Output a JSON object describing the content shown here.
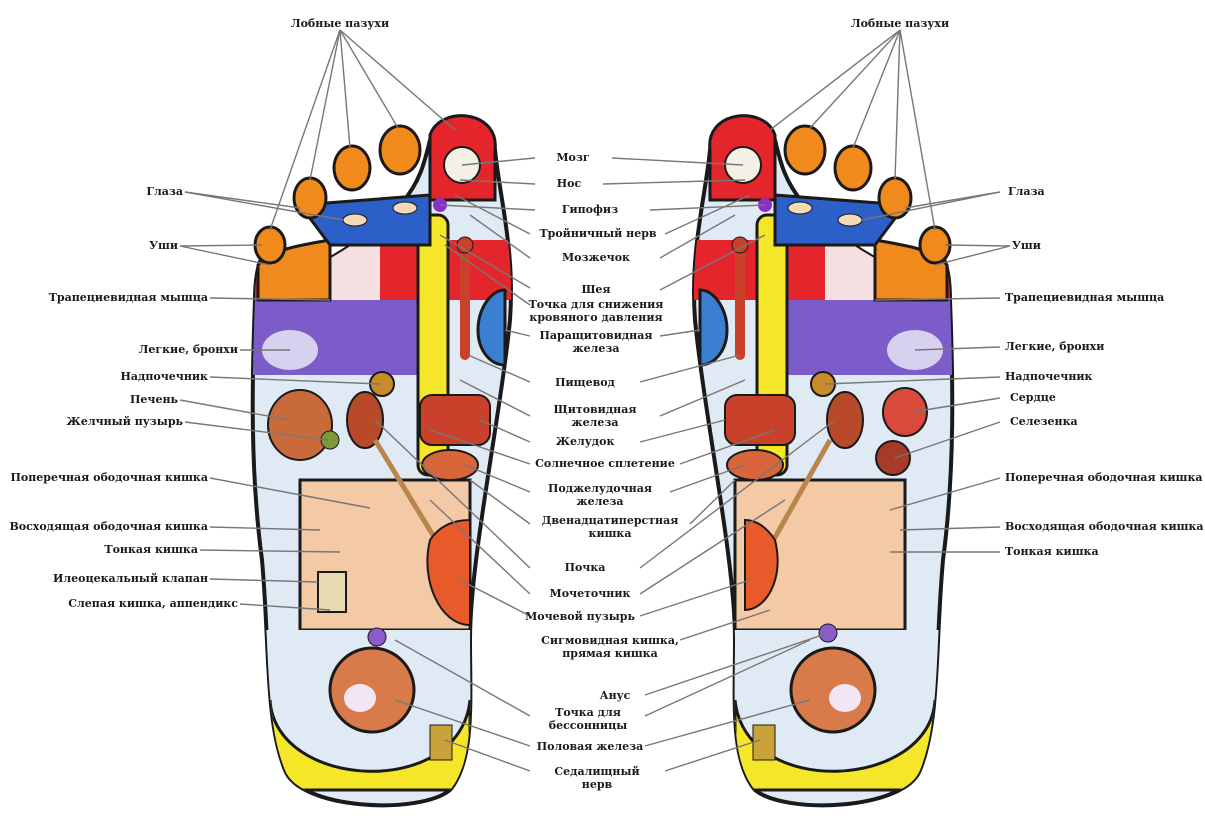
{
  "colors": {
    "outline": "#1a1a1a",
    "heel_band": "#f5e62a",
    "spine_band": "#f5e62a",
    "shoulder_red": "#e4262c",
    "lung_purple": "#7b5cc9",
    "eye_blue": "#2d5fc9",
    "toe_orange": "#f08a1c",
    "intestine": "#f3c9a6",
    "thyroid_blue": "#3b7fd0",
    "pancreas_red": "#c9412a",
    "leader_line": "#777777"
  },
  "labels": {
    "top_left": "Лобные пазухи",
    "top_right": "Лобные пазухи",
    "left": {
      "eyes": "Глаза",
      "ears": "Уши",
      "trapezius": "Трапециевидная мышца",
      "lungs": "Легкие, бронхи",
      "adrenal": "Надпочечник",
      "liver": "Печень",
      "gallbladder": "Желчный пузырь",
      "transverse_colon": "Поперечная ободочная кишка",
      "ascending_colon": "Восходящая ободочная кишка",
      "small_intestine": "Тонкая кишка",
      "ileocecal_valve": "Илеоцекальный клапан",
      "cecum": "Слепая кишка, аппендикс"
    },
    "center": {
      "brain": "Мозг",
      "nose": "Нос",
      "pituitary": "Гипофиз",
      "trigeminal": "Тройничный нерв",
      "cerebellum": "Мозжечок",
      "neck": "Шея",
      "blood_pressure_1": "Точка для снижения",
      "blood_pressure_2": "кровяного давления",
      "parathyroid_1": "Паращитовидная",
      "parathyroid_2": "железа",
      "esophagus": "Пищевод",
      "thyroid_1": "Щитовидная",
      "thyroid_2": "железа",
      "stomach": "Желудок",
      "solar_plexus": "Солнечное сплетение",
      "pancreas_1": "Поджелудочная",
      "pancreas_2": "железа",
      "duodenum_1": "Двенадцатиперстная",
      "duodenum_2": "кишка",
      "kidney": "Почка",
      "ureter": "Мочеточник",
      "bladder": "Мочевой пузырь",
      "sigmoid_1": "Сигмовидная кишка,",
      "sigmoid_2": "прямая кишка",
      "anus": "Анус",
      "insomnia_1": "Точка для",
      "insomnia_2": "бессонницы",
      "gonad": "Половая железа",
      "sciatic_1": "Седалищный",
      "sciatic_2": "нерв"
    },
    "right": {
      "eyes": "Глаза",
      "ears": "Уши",
      "trapezius": "Трапециевидная мышца",
      "lungs": "Легкие, бронхи",
      "adrenal": "Надпочечник",
      "heart": "Сердце",
      "spleen": "Селезенка",
      "transverse_colon": "Поперечная ободочная кишка",
      "descending_colon": "Восходящая ободочная кишка",
      "small_intestine": "Тонкая кишка"
    }
  }
}
